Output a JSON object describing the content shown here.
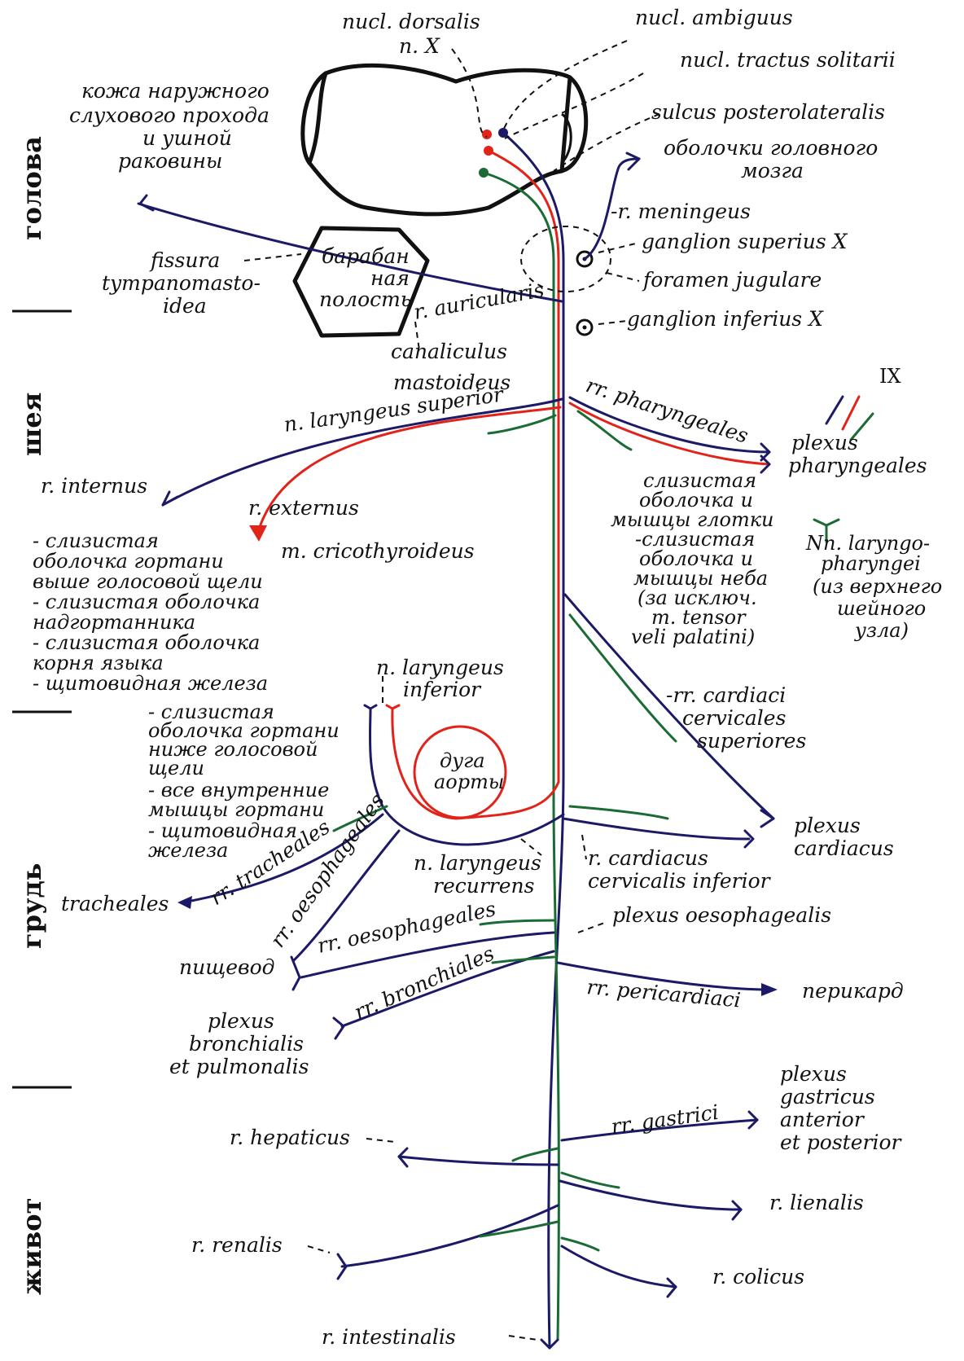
{
  "regions": {
    "head": "голова",
    "neck": "шея",
    "chest": "грудь",
    "abdomen": "живот"
  },
  "labels": {
    "nucl_dorsalis": "nucl. dorsalis",
    "n_x": "n. X",
    "nucl_ambiguus": "nucl. ambiguus",
    "nucl_tractus": "nucl. tractus solitarii",
    "sulcus": "sulcus posterolateralis",
    "skin": [
      "кожа наружного",
      "слухового прохода",
      "и ушной",
      "раковины"
    ],
    "meninges": [
      "оболочки головного",
      "мозга"
    ],
    "r_meningeus": "-r. meningeus",
    "ganglion_superius": "ganglion superius X",
    "foramen_jugulare": "foramen jugulare",
    "ganglion_inferius": "ganglion inferius X",
    "fissura": [
      "fissura",
      "tympanomasto-",
      "idea"
    ],
    "tympanic": [
      "барабан",
      "ная",
      "полость"
    ],
    "r_auricularis": "r. auricularis",
    "canaliculus": [
      "canaliculus",
      "mastoideus"
    ],
    "ix": "IX",
    "n_laryngeus_superior": "n. laryngeus superior",
    "rr_pharyngeales": "rr. pharyngeales",
    "plexus_pharyngeales": [
      "plexus",
      "pharyngeales"
    ],
    "r_internus": "r. internus",
    "r_externus": "r. externus",
    "m_cricothyroideus": "m. cricothyroideus",
    "larynx_upper": [
      "- слизистая",
      "оболочка гортани",
      "выше голосовой щели",
      "- слизистая оболочка",
      "надгортанника",
      "- слизистая оболочка",
      "корня языка",
      "- щитовидная железа"
    ],
    "pharynx": [
      "слизистая",
      "оболочка и",
      "мышцы глотки",
      "-слизистая",
      "оболочка и",
      "мышцы неба",
      "(за исключ.",
      "m. tensor",
      "veli palatini)"
    ],
    "nn_laryngopharyngei": [
      "Nn. laryngo-",
      "pharyngei",
      "(из верхнего",
      "шейного",
      "узла)"
    ],
    "n_laryngeus_inferior": [
      "n. laryngeus",
      "inferior"
    ],
    "larynx_lower": [
      "- слизистая",
      "оболочка гортани",
      "ниже голосовой",
      "щели",
      "- все внутренние",
      "мышцы гортани",
      "- щитовидная",
      "железа"
    ],
    "aorta": [
      "дуга",
      "аорты"
    ],
    "rr_cardiaci_cervicales": [
      "-rr. cardiaci",
      "cervicales",
      "superiores"
    ],
    "plexus_cardiacus": [
      "plexus",
      "cardiacus"
    ],
    "rr_tracheales": "rr. tracheales",
    "rr_oesophageales_1": "rr. oesophageales",
    "n_laryngeus_recurrens": [
      "n. laryngeus",
      "recurrens"
    ],
    "r_cardiacus_inferior": [
      "r. cardiacus",
      "cervicalis inferior"
    ],
    "tracheales": "tracheales",
    "rr_oesophageales_2": "rr. oesophageales",
    "plexus_oesophagealis": "plexus oesophagealis",
    "esophagus": "пищевод",
    "rr_bronchiales": "rr. bronchiales",
    "rr_pericardiaci": "rr. pericardiaci",
    "pericardium": "перикард",
    "plexus_bronchialis": [
      "plexus",
      "bronchialis",
      "et pulmonalis"
    ],
    "plexus_gastricus": [
      "plexus",
      "gastricus",
      "anterior",
      "et posterior"
    ],
    "rr_gastrici": "rr. gastrici",
    "r_hepaticus": "r. hepaticus",
    "r_lienalis": "r. lienalis",
    "r_renalis": "r. renalis",
    "r_colicus": "r. colicus",
    "r_intestinalis": "r. intestinalis"
  },
  "colors": {
    "sensory": "#1c1a66",
    "motor": "#e2231a",
    "parasympathetic": "#1b6b35"
  }
}
